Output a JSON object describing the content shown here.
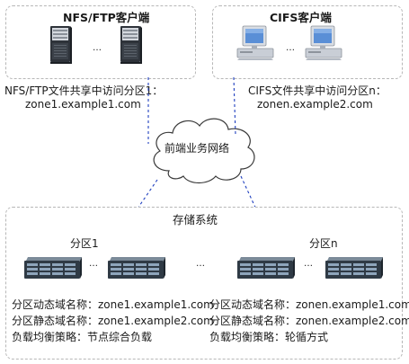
{
  "clients": {
    "nfs": {
      "title": "NFS/FTP客户端",
      "access_text": "NFS/FTP文件共享中访问分区1：",
      "domain": "zone1.example1.com",
      "ellipsis": "…"
    },
    "cifs": {
      "title": "CIFS客户端",
      "access_text": "CIFS文件共享中访问分区n：",
      "domain": "zonen.example2.com",
      "ellipsis": "…"
    }
  },
  "network": {
    "label": "前端业务网络"
  },
  "storage": {
    "title": "存储系统",
    "partitions": [
      {
        "name": "分区1",
        "ellipsis": "…",
        "dynamic_domain": "分区动态域名称：zone1.example1.com",
        "static_domain": "分区静态域名称：zone1.example2.com",
        "load_balance": "负载均衡策略：节点综合负载"
      },
      {
        "name": "分区n",
        "ellipsis": "…",
        "dynamic_domain": "分区动态域名称：zonen.example1.com",
        "static_domain": "分区静态域名称：zonen.example2.com",
        "load_balance": "负载均衡策略：轮循方式"
      }
    ],
    "middle_ellipsis": "…"
  },
  "colors": {
    "arrow": "#1f3fbf",
    "border": "#b7b7b7",
    "server_dark": "#2a2f36",
    "monitor_blue": "#5a8fd6"
  },
  "icons": [
    "tower-server-icon",
    "desktop-pc-icon",
    "cloud-icon",
    "storage-array-icon"
  ]
}
